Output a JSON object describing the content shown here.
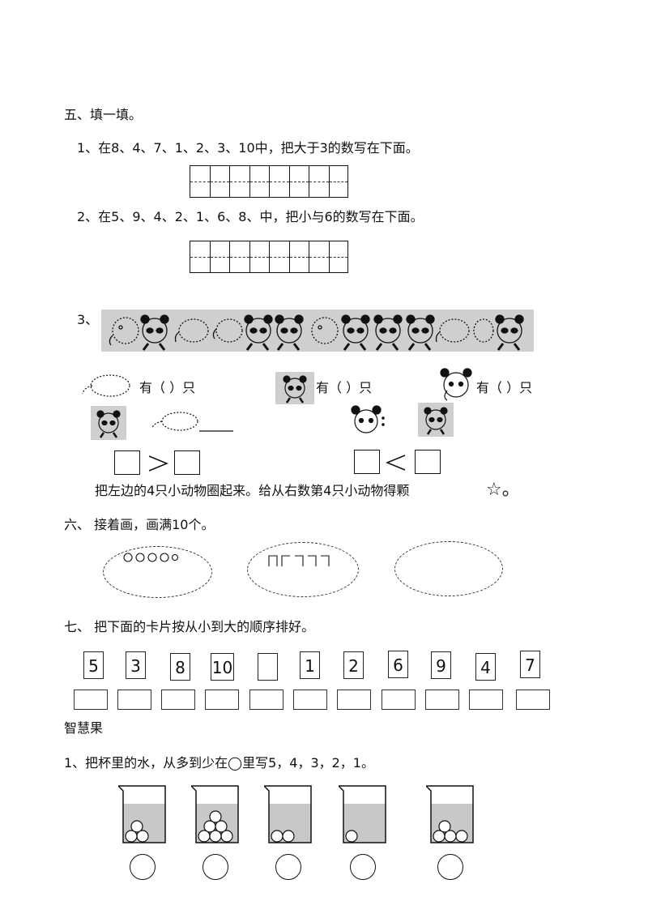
{
  "section5": {
    "heading": "五、填一填。",
    "q1": "1、在8、4、7、1、2、3、10中，把大于3的数写在下面。",
    "q2": "2、在5、9、4、2、1、6、8、中，把小与6的数写在下面。",
    "q3_num": "3、",
    "has_paren_1": "有（ ）只",
    "has_paren_2": "有（ ）只",
    "has_paren_3": "有（ ）只",
    "instruction": "把左边的4只小动物圈起来。给从右数第4只小动物得颗",
    "star_glyph": "☆。"
  },
  "section6": {
    "heading": "六、 接着画，画满10个。"
  },
  "section7": {
    "heading": "七、 把下面的卡片按从小到大的顺序排好。",
    "cards": [
      "5",
      "3",
      "8",
      "10",
      "",
      "1",
      "2",
      "6",
      "9",
      "4",
      "7"
    ]
  },
  "bonus": {
    "heading": "智慧果",
    "q1": "1、把杯里的水，从多到少在◯里写5，4，3，2，1。",
    "cups": [
      {
        "balls": 3,
        "water_level": 0.8
      },
      {
        "balls": 6,
        "water_level": 0.8
      },
      {
        "balls": 2,
        "water_level": 0.8
      },
      {
        "balls": 1,
        "water_level": 0.8
      },
      {
        "balls": 4,
        "water_level": 0.8
      }
    ]
  }
}
